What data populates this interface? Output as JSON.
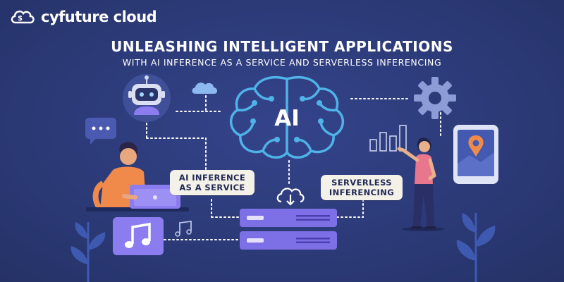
{
  "brand": {
    "name": "cyfuture cloud"
  },
  "headline": {
    "title": "UNLEASHING INTELLIGENT APPLICATIONS",
    "subtitle": "WITH AI INFERENCE AS A SERVICE AND SERVERLESS INFERENCING"
  },
  "center": {
    "brain_label": "AI"
  },
  "labels": {
    "inference_line1": "AI INFERENCE",
    "inference_line2": "AS A SERVICE",
    "serverless_line1": "SERVERLESS",
    "serverless_line2": "INFERENCING"
  },
  "icons": [
    "logo-cloud-icon",
    "robot-icon",
    "cloud-icon",
    "chat-bubble-icon",
    "gear-icon",
    "bar-chart-icon",
    "tablet-map-icon",
    "music-note-icon",
    "cloud-download-icon",
    "server-icon",
    "brain-icon",
    "laptop-icon",
    "leaf-icon"
  ],
  "colors": {
    "background": "#2c3a78",
    "brain": "#4fb3e8",
    "accent_orange": "#f08a4b",
    "accent_purple": "#8b7cf0",
    "label_bg": "#f4f1e8"
  }
}
